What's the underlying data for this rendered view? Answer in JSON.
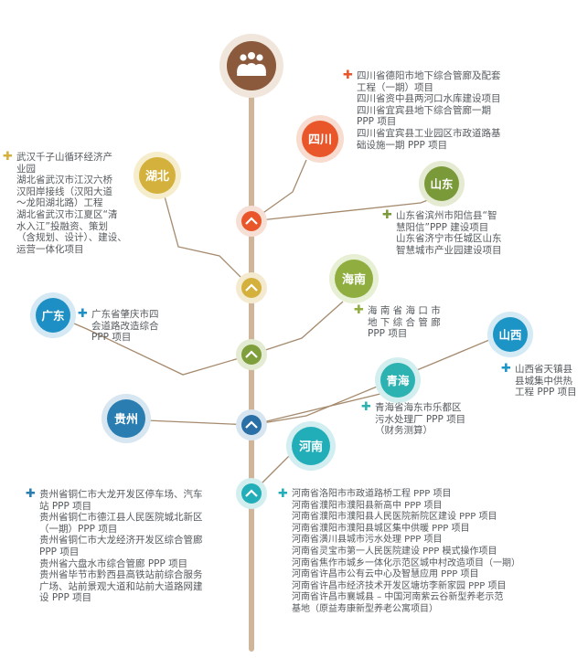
{
  "colors": {
    "spine": "#cfb59a",
    "leader": "#a58a6d",
    "hub": "#8b5a3c",
    "sichuan": "#e8562a",
    "hubei": "#d4b03c",
    "shandong": "#7a9a3a",
    "hainan": "#8fae3f",
    "guangdong": "#1e8fc4",
    "guizhou": "#2a7db0",
    "shanxi": "#1d94c6",
    "qinghai": "#2db2b2",
    "henan": "#22aeb8",
    "text": "#555a5e"
  },
  "hub": {
    "icon": "people-group-icon"
  },
  "nodes": {
    "sichuan": "四川",
    "hubei": "湖北",
    "shandong": "山东",
    "hainan": "海南",
    "guangdong": "广东",
    "guizhou": "贵州",
    "shanxi": "山西",
    "qinghai": "青海",
    "henan": "河南"
  },
  "projects": {
    "sichuan": [
      "四川省德阳市地下综合管廊及配套",
      "工程（一期）项目",
      "四川省资中县两河口水库建设项目",
      "四川省宜宾县地下综合管廊一期",
      "PPP 项目",
      "四川省宜宾县工业园区市政道路基",
      "础设施一期 PPP 项目"
    ],
    "hubei": [
      "武汉千子山循环经济产",
      "业园",
      "湖北省武汉市江汉六桥",
      "汉阳岸接线（汉阳大道",
      "～龙阳湖北路）工程",
      "湖北省武汉市江夏区“清",
      "水入江”投融资、策划",
      "（含规划、设计）、建设、",
      "运营一体化项目"
    ],
    "shandong": [
      "山东省滨州市阳信县“智",
      "慧阳信”PPP 建设项目",
      "山东省济宁市任城区山东",
      "智慧城市产业园建设项目"
    ],
    "hainan": [
      "海 南 省 海 口 市",
      "地 下 综 合 管 廊",
      "PPP 项目"
    ],
    "guangdong": [
      "广东省肇庆市四",
      "会道路改造综合",
      "PPP 项目"
    ],
    "shanxi": [
      "山西省天镇县",
      "县城集中供热",
      "工程 PPP 项目"
    ],
    "qinghai": [
      "青海省海东市乐都区",
      "污水处理厂 PPP 项目",
      "（财务测算）"
    ],
    "guizhou": [
      "贵州省铜仁市大龙开发区停车场、汽车",
      "站 PPP 项目",
      "贵州省铜仁市德江县人民医院城北新区",
      "（一期）PPP 项目",
      "贵州省铜仁市大龙经济开发区综合管廊",
      "PPP 项目",
      "贵州省六盘水市综合管廊 PPP 项目",
      "贵州省毕节市黔西县高铁站前综合服务",
      "广场、站前景观大道和站前大道路网建",
      "设 PPP 项目"
    ],
    "henan": [
      "河南省洛阳市市政道路桥工程 PPP 项目",
      "河南省濮阳市濮阳县新高中 PPP 项目",
      "河南省濮阳市濮阳县人民医院新院区建设 PPP 项目",
      "河南省濮阳市濮阳县城区集中供暖 PPP 项目",
      "河南省潢川县城市污水处理 PPP 项目",
      "河南省灵宝市第一人民医院建设 PPP 模式操作项目",
      "河南省焦作市城乡一体化示范区城中村改造项目（一期）",
      "河南省许昌市公有云中心及智慧应用 PPP 项目",
      "河南省许昌市经济技术开发区塘坊李新家园 PPP 项目",
      "河南省许昌市襄城县 – 中国河南紫云谷新型养老示范",
      "基地（原益寿康新型养老公寓项目）"
    ]
  }
}
